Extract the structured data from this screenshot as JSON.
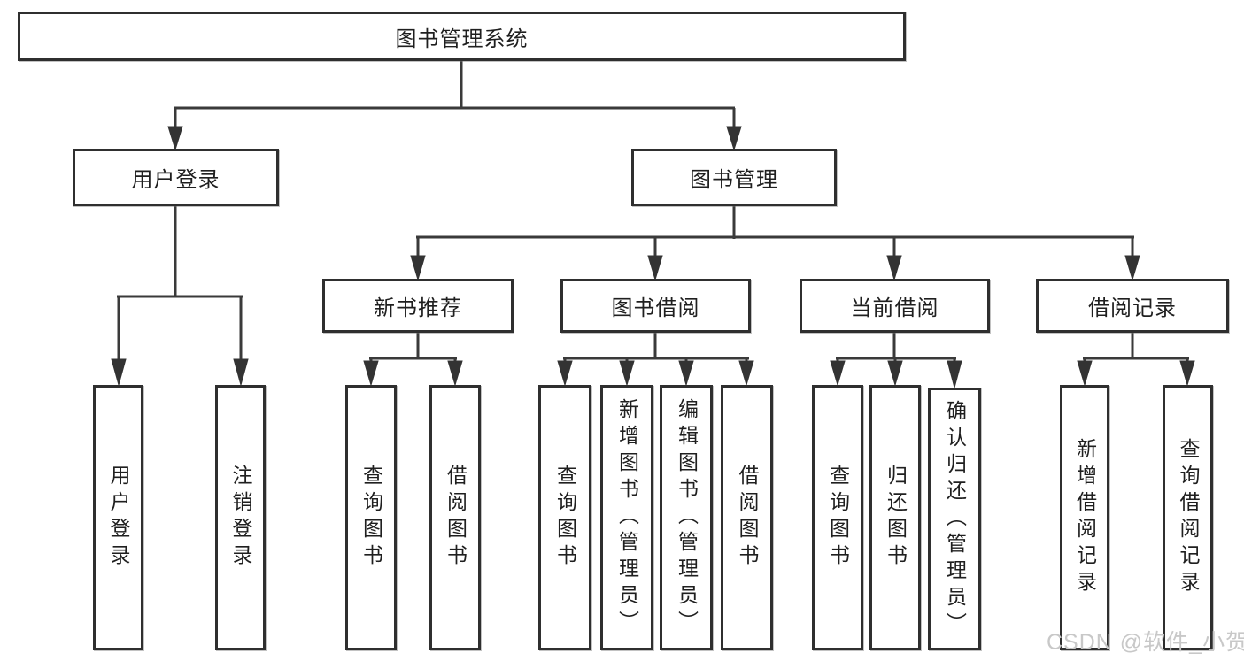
{
  "diagram": {
    "title": "图书管理系统",
    "branches": [
      {
        "label": "用户登录",
        "children": [
          "用户登录",
          "注销登录"
        ]
      },
      {
        "label": "图书管理",
        "groups": [
          {
            "label": "新书推荐",
            "children": [
              "查询图书",
              "借阅图书"
            ]
          },
          {
            "label": "图书借阅",
            "children": [
              "查询图书",
              "新增图书（管理员）",
              "编辑图书（管理员）",
              "借阅图书"
            ]
          },
          {
            "label": "当前借阅",
            "children": [
              "查询图书",
              "归还图书",
              "确认归还（管理员）"
            ]
          },
          {
            "label": "借阅记录",
            "children": [
              "新增借阅记录",
              "查询借阅记录"
            ]
          }
        ]
      }
    ]
  },
  "watermark": {
    "text": "CSDN @软件_小贺同学"
  },
  "colors": {
    "line": "#3a3a3a",
    "box_border": "#2f2f2f",
    "text": "#1f1f1f",
    "watermark": "#c8c8c8",
    "background": "#ffffff"
  }
}
